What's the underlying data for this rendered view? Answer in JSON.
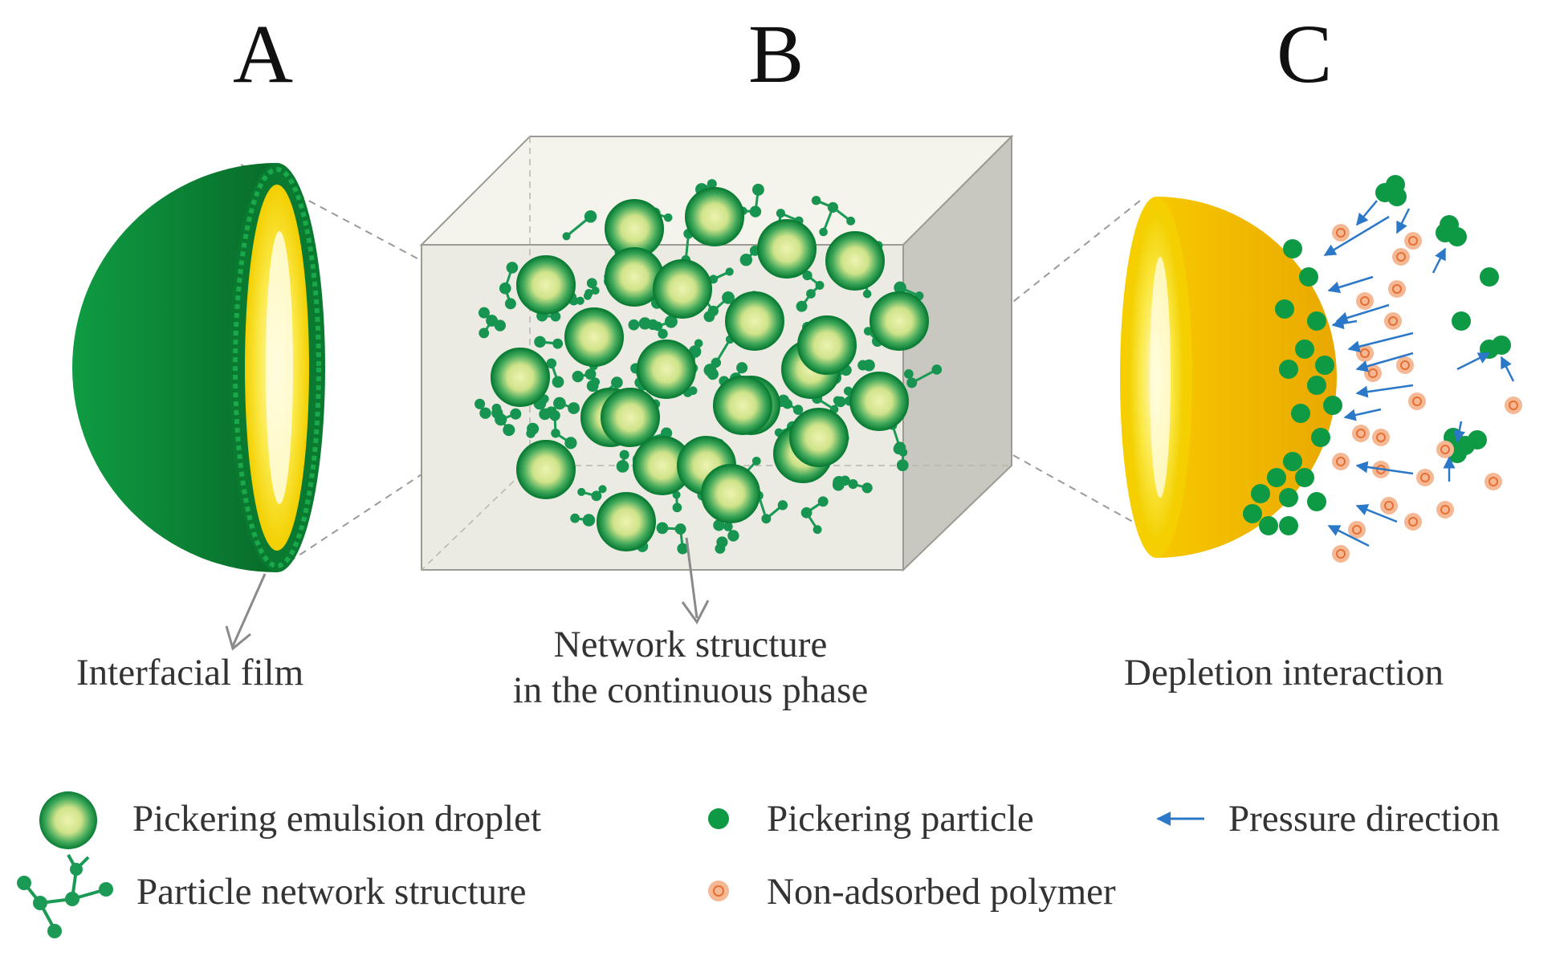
{
  "panels": {
    "a": {
      "letter": "A",
      "caption": "Interfacial film"
    },
    "b": {
      "letter": "B",
      "caption_line1": "Network structure",
      "caption_line2": "in the continuous phase"
    },
    "c": {
      "letter": "C",
      "caption": "Depletion interaction"
    }
  },
  "legend": {
    "droplet": "Pickering emulsion droplet",
    "particle": "Pickering particle",
    "pressure": "Pressure direction",
    "network": "Particle network structure",
    "polymer": "Non-adsorbed polymer"
  },
  "colors": {
    "shell_green": "#0d8a3a",
    "dark_green": "#0a6e2c",
    "yellow": "#f5d300",
    "gold": "#efb800",
    "droplet_core": "#d8ea8c",
    "arrow_blue": "#2c78c8",
    "polymer_orange": "#f08a55",
    "box_face": "#efeee6"
  }
}
